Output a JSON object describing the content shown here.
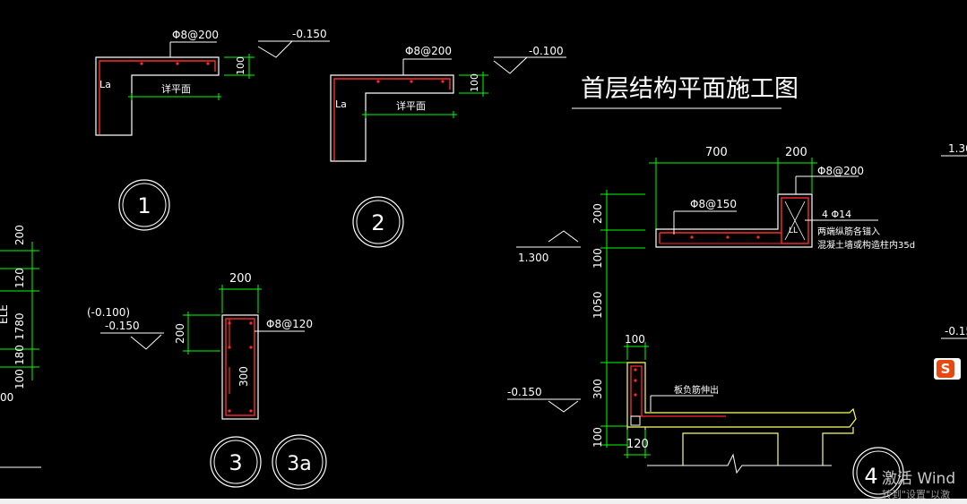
{
  "drawing": {
    "title": "首层结构平面施工图",
    "background": "#000000",
    "colors": {
      "outline": "#ffffff",
      "rebar": "#ff2a2a",
      "dimension": "#00ff00",
      "slab": "#ffff66",
      "cyan": "#00ffff"
    }
  },
  "detail1": {
    "circle_label": "1",
    "rebar_label": "Φ8@200",
    "dim_height": "100",
    "level_mark": "-0.150",
    "anchor_label": "La",
    "note_label": "详平面"
  },
  "detail2": {
    "circle_label": "2",
    "rebar_label": "Φ8@200",
    "dim_height": "100",
    "level_mark": "-0.100",
    "anchor_label": "La",
    "note_label": "详平面"
  },
  "detail3": {
    "circle_label": "3",
    "circle_label_alt": "3a",
    "width_dim": "200",
    "height_dim_top": "200",
    "height_dim_body": "300",
    "rebar_label": "Φ8@120",
    "level_mark_alt": "(-0.100)",
    "level_mark": "-0.150"
  },
  "detail4": {
    "circle_label": "4",
    "dim_700": "700",
    "dim_200_top": "200",
    "rebar_top": "Φ8@200",
    "rebar_slab": "Φ8@150",
    "main_bars": "4 Φ14",
    "note_line1": "两端纵筋各锚入",
    "note_line2": "混凝土墙或构造柱内35d",
    "level_upper": "1.300",
    "v_dim_200": "200",
    "v_dim_100": "100",
    "v_dim_1050": "1050",
    "v_dim_300": "300",
    "v_dim_100_bottom": "100",
    "level_lower": "-0.150",
    "dim_100_top": "100",
    "dim_120": "120",
    "slab_note": "板负筋伸出",
    "wall_label": "LL"
  },
  "left_edge": {
    "dims": [
      "200",
      "120",
      "1780",
      "180",
      "100"
    ],
    "partial_label": "ELE",
    "extra": "00"
  },
  "right_edge": {
    "level_top": "1.30",
    "level_mid": "-0.15"
  },
  "overlay": {
    "activation_main": "激活 Wind",
    "activation_sub": "转到\"设置\"以激",
    "ime_glyph": "S"
  }
}
